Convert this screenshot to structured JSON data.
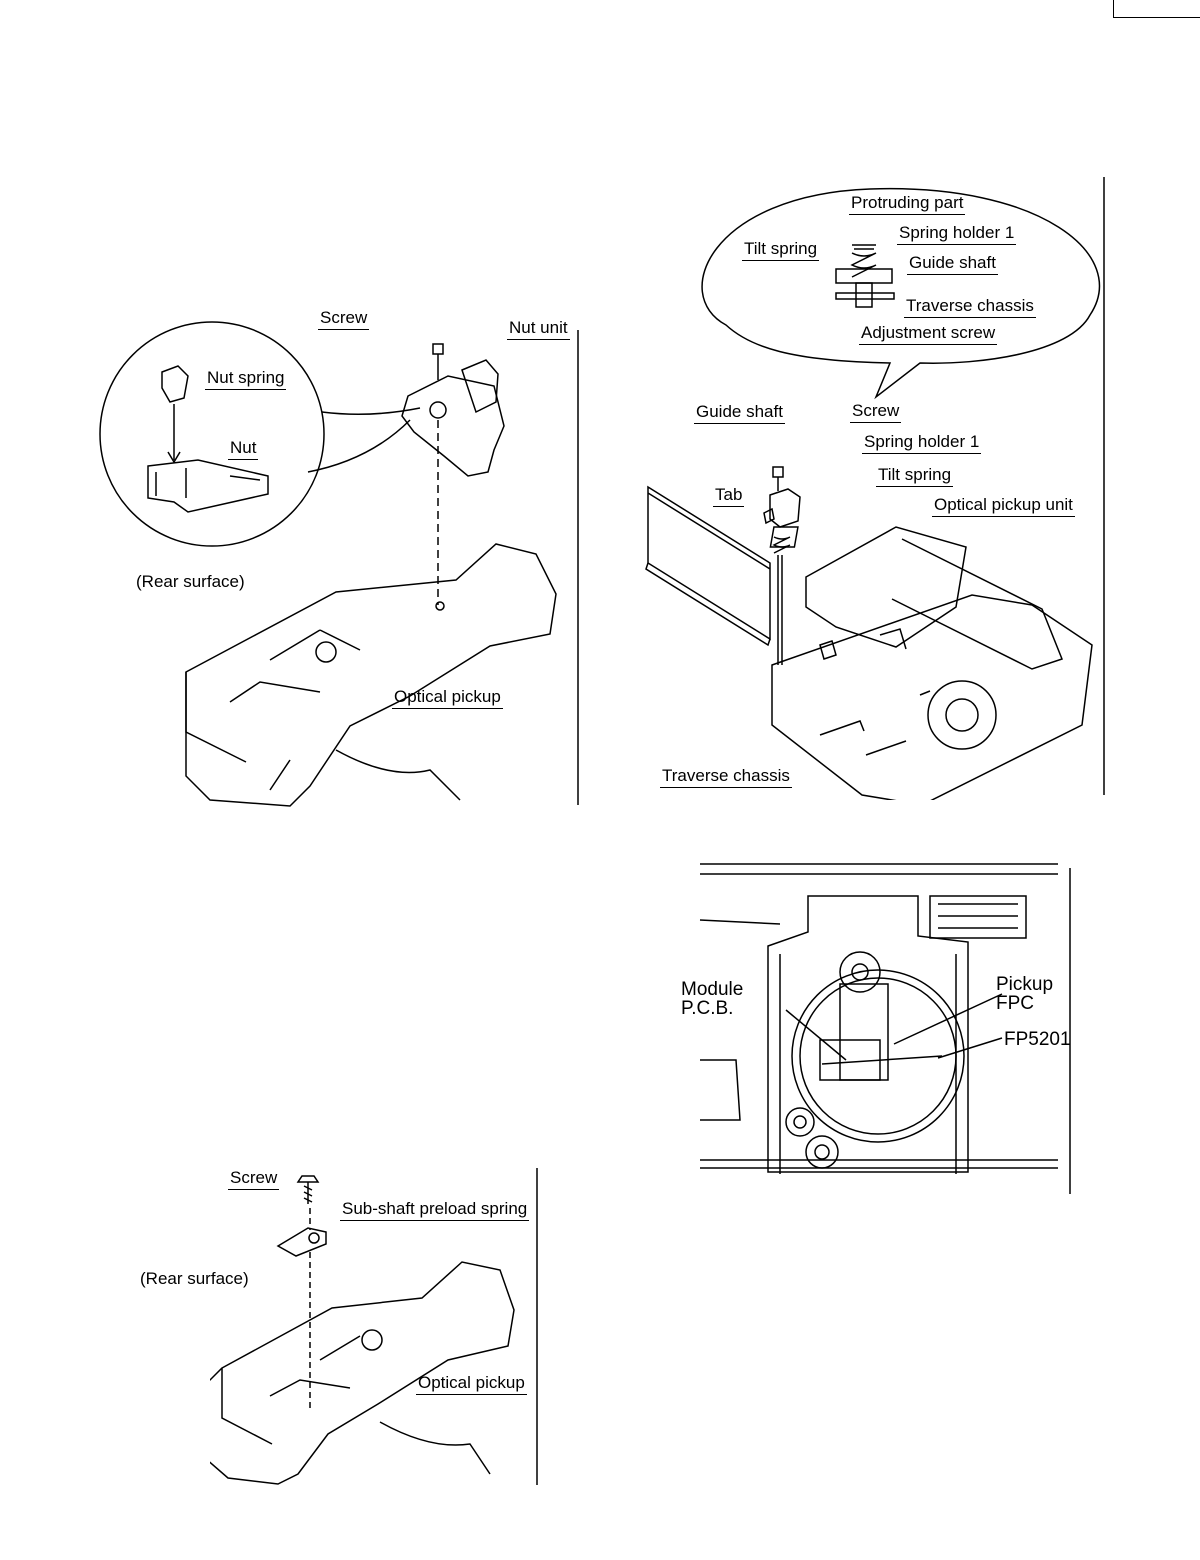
{
  "figures": {
    "nut_unit": {
      "labels": {
        "screw": "Screw",
        "nut_unit": "Nut unit",
        "nut_spring": "Nut spring",
        "nut": "Nut",
        "rear_surface": "(Rear surface)",
        "optical_pickup": "Optical pickup"
      }
    },
    "tilt_spring": {
      "callout_labels": {
        "protruding_part": "Protruding part",
        "spring_holder_1": "Spring holder 1",
        "tilt_spring": "Tilt spring",
        "guide_shaft": "Guide shaft",
        "traverse_chassis": "Traverse chassis",
        "adjustment_screw": "Adjustment screw"
      },
      "labels": {
        "guide_shaft": "Guide shaft",
        "screw": "Screw",
        "spring_holder_1": "Spring holder 1",
        "tilt_spring": "Tilt spring",
        "tab": "Tab",
        "optical_pickup_unit": "Optical pickup unit",
        "traverse_chassis": "Traverse chassis"
      }
    },
    "module_pcb": {
      "labels": {
        "module_line1": "Module",
        "module_line2": "P.C.B.",
        "pickup_line1": "Pickup",
        "pickup_line2": "FPC",
        "connector": "FP5201"
      }
    },
    "preload_spring": {
      "labels": {
        "screw": "Screw",
        "sub_shaft_preload_spring": "Sub-shaft preload spring",
        "rear_surface": "(Rear surface)",
        "optical_pickup": "Optical pickup"
      }
    }
  },
  "colors": {
    "ink": "#000000",
    "paper": "#ffffff"
  }
}
